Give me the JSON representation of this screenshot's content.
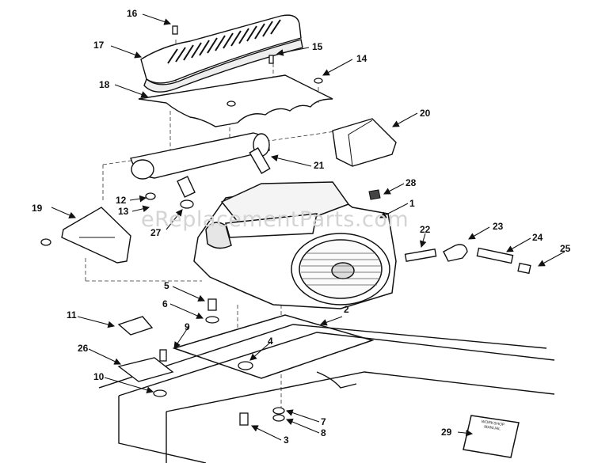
{
  "watermark": "eReplacementParts.com",
  "manual_cover_text": "WORKSHOP MANUAL",
  "callouts": {
    "c1": "1",
    "c2": "2",
    "c3": "3",
    "c4": "4",
    "c5": "5",
    "c6": "6",
    "c7": "7",
    "c8": "8",
    "c9": "9",
    "c10": "10",
    "c11": "11",
    "c12": "12",
    "c13": "13",
    "c14": "14",
    "c15": "15",
    "c16": "16",
    "c17": "17",
    "c18": "18",
    "c19": "19",
    "c20": "20",
    "c21": "21",
    "c22": "22",
    "c23": "23",
    "c24": "24",
    "c25": "25",
    "c26": "26",
    "c27": "27",
    "c28": "28",
    "c29": "29"
  }
}
